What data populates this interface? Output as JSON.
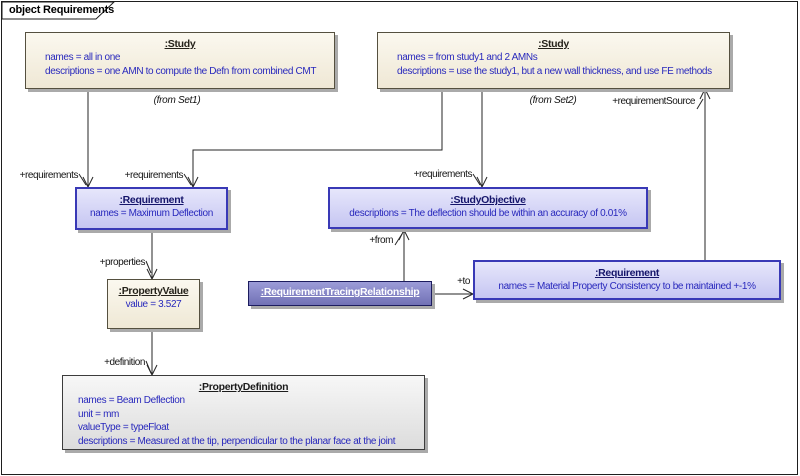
{
  "frame": {
    "label": "object Requirements"
  },
  "boxes": {
    "study1": {
      "title": ":Study",
      "lines": [
        "names = all in one",
        "descriptions = one AMN to compute the Defn from combined CMT"
      ]
    },
    "study2": {
      "title": ":Study",
      "lines": [
        "names = from study1 and 2 AMNs",
        "descriptions = use the study1, but a new wall thickness, and use FE methods"
      ]
    },
    "requirement1": {
      "title": ":Requirement",
      "lines": [
        "names = Maximum Deflection"
      ]
    },
    "studyObjective": {
      "title": ":StudyObjective",
      "lines": [
        "descriptions = The deflection should be within an accuracy of 0.01%"
      ]
    },
    "propertyValue": {
      "title": ":PropertyValue",
      "lines": [
        "value = 3.527"
      ]
    },
    "rtr": {
      "title": ":RequirementTracingRelationship"
    },
    "requirement2": {
      "title": ":Requirement",
      "lines": [
        "names = Material Property Consistency to be maintained +-1%"
      ]
    },
    "propertyDefinition": {
      "title": ":PropertyDefinition",
      "lines": [
        "names = Beam Deflection",
        "unit = mm",
        "valueType = typeFloat",
        "descriptions = Measured at the tip, perpendicular to the planar face at the joint"
      ]
    }
  },
  "annotations": {
    "fromSet1": "(from Set1)",
    "fromSet2": "(from Set2)"
  },
  "edges": {
    "study1_to_requirement1": {
      "label": "+requirements"
    },
    "study2_to_requirement1": {
      "label": "+requirements"
    },
    "study2_to_studyObjective": {
      "label": "+requirements"
    },
    "requirement1_to_propertyValue": {
      "label": "+properties"
    },
    "propertyValue_to_propertyDefinition": {
      "label": "+definition"
    },
    "rtr_to_studyObjective": {
      "label": "+from"
    },
    "rtr_to_requirement2": {
      "label": "+to"
    },
    "requirement2_to_study2": {
      "label": "+requirementSource"
    }
  },
  "colors": {
    "beige_fill": "#efe8d5",
    "lavender_fill": "#c6c6f2",
    "lavender_border": "#3939b6",
    "relationship_fill": "#7171b5",
    "gray_fill": "#dcdcdc",
    "body_text": "#2828bc",
    "line_color": "#262626",
    "shadow": "#aaaaaa"
  }
}
